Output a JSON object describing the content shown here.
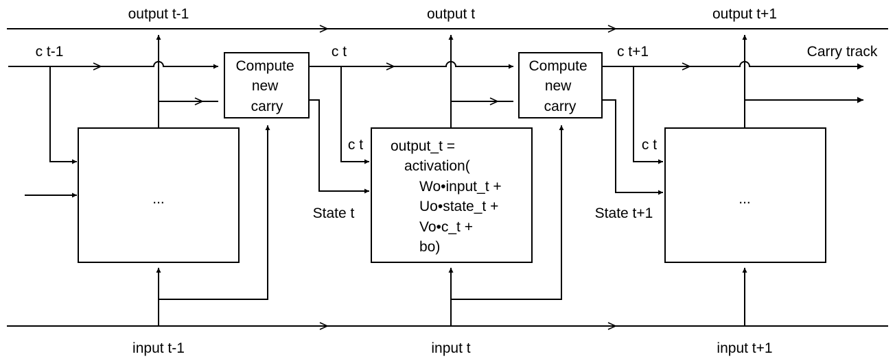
{
  "labels": {
    "output_prev": "output t-1",
    "output_cur": "output t",
    "output_next": "output t+1",
    "input_prev": "input t-1",
    "input_cur": "input t",
    "input_next": "input t+1",
    "carry_prev": "c t-1",
    "carry_cur": "c t",
    "carry_next": "c t+1",
    "carry_cur_into_cell": "c t",
    "carry_next_into_cell": "c t",
    "state_cur": "State t",
    "state_next": "State t+1",
    "carry_track": "Carry track"
  },
  "compute_box_1": [
    "Compute",
    "new",
    "carry"
  ],
  "compute_box_2": [
    "Compute",
    "new",
    "carry"
  ],
  "cell_prev_content": "...",
  "cell_next_content": "...",
  "formula": [
    "output_t =",
    "activation(",
    "Wo•input_t +",
    "Uo•state_t +",
    "Vo•c_t +",
    "bo)"
  ]
}
